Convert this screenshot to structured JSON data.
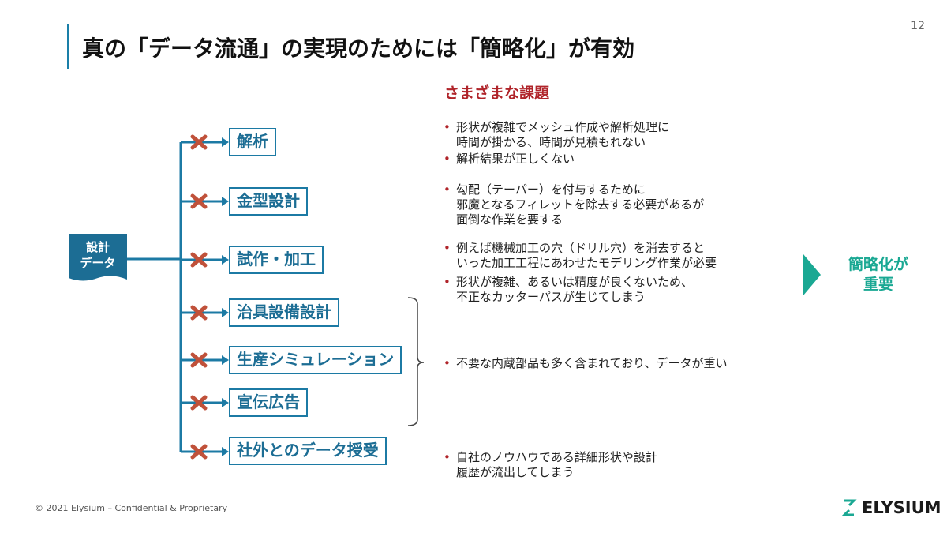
{
  "page": {
    "number": "12"
  },
  "title": "真の「データ流通」の実現のためには「簡略化」が有効",
  "source": {
    "label": "設計\nデータ"
  },
  "targets": [
    {
      "label": "解析"
    },
    {
      "label": "金型設計"
    },
    {
      "label": "試作・加工"
    },
    {
      "label": "治具設備設計"
    },
    {
      "label": "生産シミュレーション"
    },
    {
      "label": "宣伝広告"
    },
    {
      "label": "社外とのデータ授受"
    }
  ],
  "issues_heading": "さまざまな課題",
  "issues": [
    {
      "text": "形状が複雑でメッシュ作成や解析処理に\n時間が掛かる、時間が見積もれない"
    },
    {
      "text": "解析結果が正しくない"
    },
    {
      "text": "勾配（テーパー）を付与するために\n邪魔となるフィレットを除去する必要があるが\n面倒な作業を要する"
    },
    {
      "text": "例えば機械加工の穴（ドリル穴）を消去すると\nいった加工工程にあわせたモデリング作業が必要"
    },
    {
      "text": "形状が複雑、あるいは精度が良くないため、\n不正なカッターパスが生じてしまう"
    },
    {
      "text": "不要な内蔵部品も多く含まれており、データが重い"
    },
    {
      "text": "自社のノウハウである詳細形状や設計\n履歴が流出してしまう"
    }
  ],
  "conclusion": "簡略化が\n重要",
  "footer": "© 2021 Elysium – Confidential & Proprietary",
  "logo": {
    "text": "ELYSIUM"
  },
  "colors": {
    "accent_blue": "#1c7aa4",
    "cross_red": "#c0513a",
    "heading_red": "#b0242a",
    "teal": "#1aa893"
  }
}
